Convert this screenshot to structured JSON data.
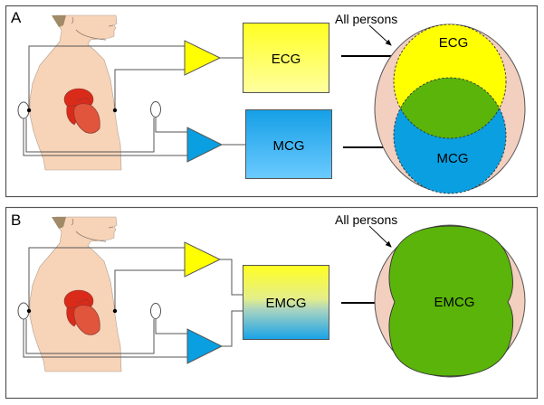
{
  "panels": [
    {
      "id": "A",
      "label": "A",
      "amplifiers": [
        {
          "name": "ecg-amplifier",
          "color": "#ffff00"
        },
        {
          "name": "mcg-amplifier",
          "color": "#0a9fe0"
        }
      ],
      "boxes": [
        {
          "label": "ECG",
          "gradient": [
            "#ffff33",
            "#ffff99"
          ]
        },
        {
          "label": "MCG",
          "gradient": [
            "#1aa0e6",
            "#66c8ff"
          ]
        }
      ],
      "venn": {
        "outer_label": "All persons",
        "sets": [
          {
            "label": "ECG",
            "color": "#ffff00"
          },
          {
            "label": "MCG",
            "color": "#0a9fe0"
          }
        ],
        "overlap_color": "#5ab40a",
        "outer_color": "#f2cfbf"
      }
    },
    {
      "id": "B",
      "label": "B",
      "amplifiers": [
        {
          "name": "ecg-amplifier",
          "color": "#ffff00"
        },
        {
          "name": "mcg-amplifier",
          "color": "#0a9fe0"
        }
      ],
      "boxes": [
        {
          "label": "EMCG",
          "gradient": [
            "#ffff33",
            "#1aa0e6"
          ]
        }
      ],
      "venn": {
        "outer_label": "All persons",
        "sets": [
          {
            "label": "EMCG",
            "color": "#5ab40a"
          }
        ],
        "outer_color": "#f2cfbf"
      }
    }
  ],
  "colors": {
    "skin": "#f7d3b8",
    "hair": "#a08a68",
    "heart_dark": "#d92a1a",
    "heart_light": "#e0553b",
    "wire": "#555555",
    "border": "#555555"
  }
}
